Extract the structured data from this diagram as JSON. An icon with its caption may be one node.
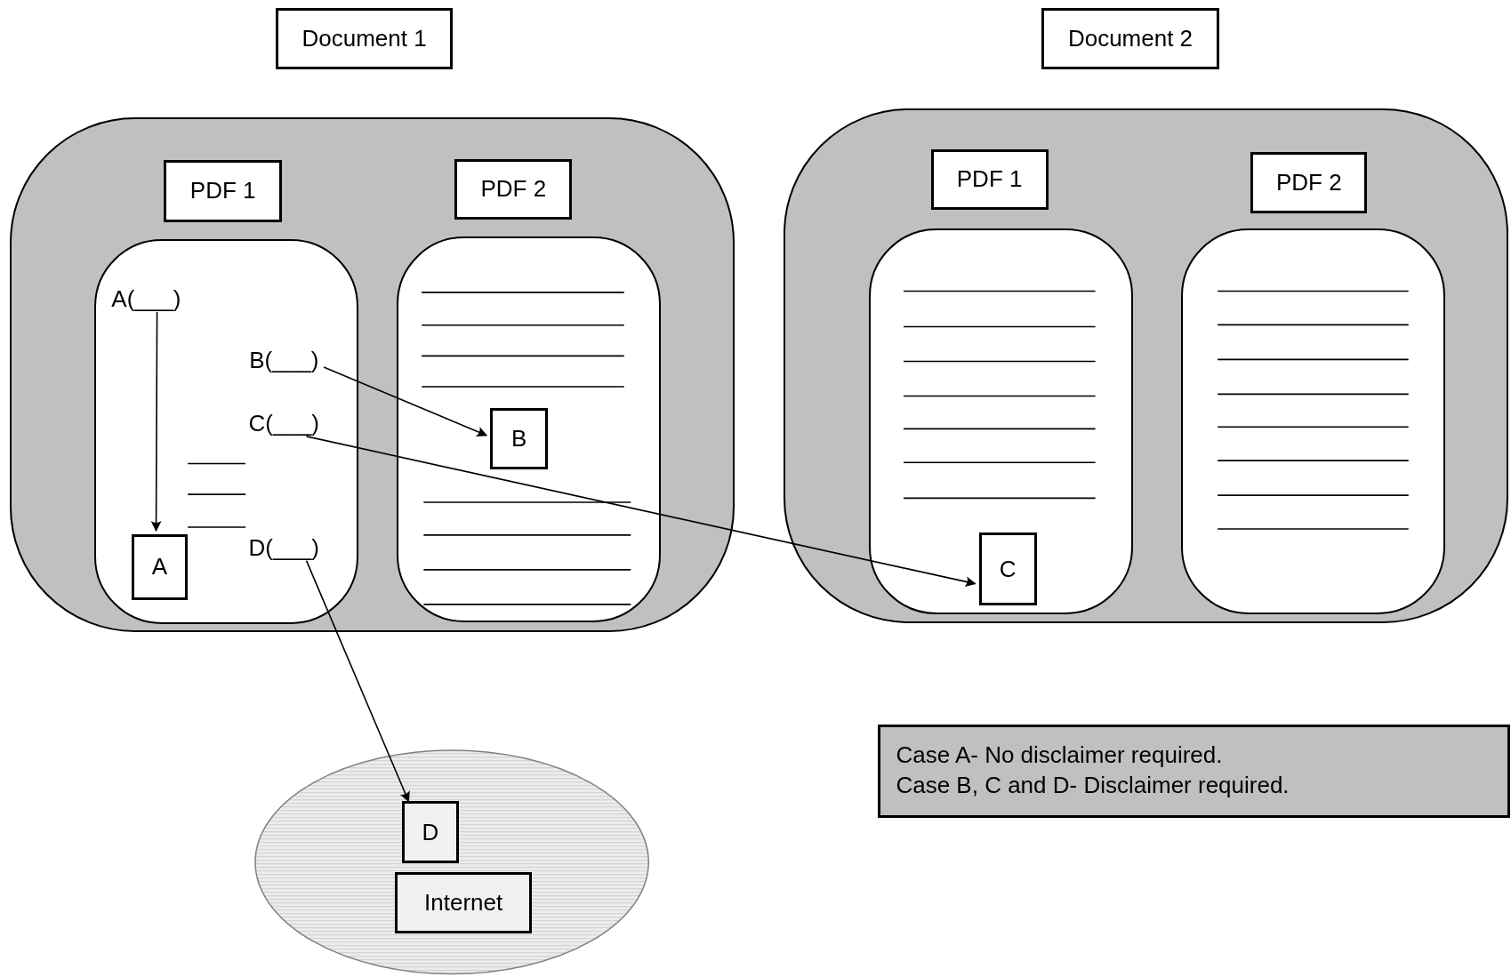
{
  "diagram": {
    "nodes": [
      {
        "text": [
          "Document 1"
        ]
      },
      {
        "text": [],
        "shape": "box"
      },
      {
        "text": [
          "PDF 1"
        ],
        "in": 1
      },
      {
        "text": [],
        "shape": "box",
        "in": 1
      },
      {
        "text": [
          "PDF 2"
        ],
        "in": 1
      },
      {
        "text": [],
        "shape": "box",
        "in": 1
      },
      {
        "text": [
          "Document 2"
        ]
      },
      {
        "text": [],
        "shape": "box"
      },
      {
        "text": [
          "PDF 1"
        ],
        "in": 7
      },
      {
        "text": [],
        "shape": "box",
        "in": 7
      },
      {
        "text": [
          "PDF 2"
        ],
        "in": 7
      },
      {
        "text": [],
        "shape": "box",
        "in": 7
      },
      {
        "text": [
          "A(___)"
        ],
        "in": 3
      },
      {
        "text": [
          "B(___)"
        ],
        "in": 3
      },
      {
        "text": [
          "C(___)"
        ],
        "in": 3
      },
      {
        "text": [
          "D(___)"
        ],
        "in": 3
      },
      {
        "text": [
          "A"
        ],
        "in": 3
      },
      {
        "text": [
          "B"
        ],
        "in": 5
      },
      {
        "text": [
          "C"
        ],
        "in": 9
      },
      {
        "text": [],
        "shape": "ellipse"
      },
      {
        "text": [
          "D"
        ],
        "in": 19
      },
      {
        "text": [
          "Internet"
        ],
        "in": 19
      },
      {
        "text": [
          "Case A- No disclaimer required.",
          "Case B, C and D- Disclaimer required."
        ]
      }
    ],
    "edges": [
      {
        "from": 12,
        "to": 16,
        "arrow": "to"
      },
      {
        "from": 13,
        "to": 17,
        "arrow": "to"
      },
      {
        "from": 14,
        "to": 18,
        "arrow": "to"
      },
      {
        "from": 15,
        "to": 20,
        "arrow": "to"
      }
    ]
  }
}
